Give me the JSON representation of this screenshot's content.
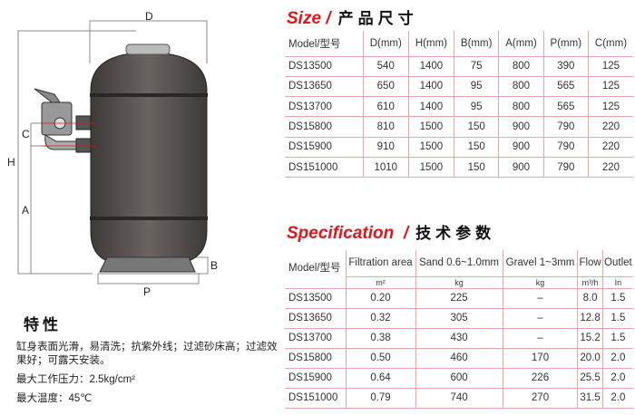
{
  "diagram": {
    "labels": {
      "D": "D",
      "H": "H",
      "C": "C",
      "A": "A",
      "B": "B",
      "P": "P"
    },
    "tank_color": "#5b5653"
  },
  "size": {
    "title_en": "Size /",
    "title_cn": "产品尺寸",
    "headers": [
      "Model/型号",
      "D(mm)",
      "H(mm)",
      "B(mm)",
      "A(mm)",
      "P(mm)",
      "C(mm)"
    ],
    "rows": [
      [
        "DS13500",
        "540",
        "1400",
        "75",
        "800",
        "390",
        "125"
      ],
      [
        "DS13650",
        "650",
        "1400",
        "95",
        "800",
        "565",
        "125"
      ],
      [
        "DS13700",
        "610",
        "1400",
        "95",
        "800",
        "565",
        "125"
      ],
      [
        "DS15800",
        "810",
        "1500",
        "150",
        "900",
        "790",
        "220"
      ],
      [
        "DS15900",
        "910",
        "1500",
        "150",
        "900",
        "790",
        "220"
      ],
      [
        "DS151000",
        "1010",
        "1500",
        "150",
        "900",
        "790",
        "220"
      ]
    ]
  },
  "spec": {
    "title_en": "Specification",
    "title_sep": "/",
    "title_cn": "技术参数",
    "headers": [
      "Model/型号",
      "Filtration area",
      "Sand 0.6~1.0mm",
      "Gravel 1~3mm",
      "Flow",
      "Outlet"
    ],
    "units": [
      "m²",
      "kg",
      "kg",
      "m³/h",
      "In"
    ],
    "rows": [
      [
        "DS13500",
        "0.20",
        "225",
        "–",
        "8.0",
        "1.5"
      ],
      [
        "DS13650",
        "0.32",
        "305",
        "–",
        "12.8",
        "1.5"
      ],
      [
        "DS13700",
        "0.38",
        "430",
        "–",
        "15.2",
        "1.5"
      ],
      [
        "DS15800",
        "0.50",
        "460",
        "170",
        "20.0",
        "2.0"
      ],
      [
        "DS15900",
        "0.64",
        "600",
        "226",
        "25.5",
        "2.0"
      ],
      [
        "DS151000",
        "0.79",
        "740",
        "270",
        "31.5",
        "2.0"
      ]
    ]
  },
  "features": {
    "title": "特性",
    "lines": [
      "缸身表面光滑，易清洗；抗紫外线；过滤砂床高；过滤效果好；可露天安装。",
      "最大工作压力：2.5kg/cm²",
      "最大温度：45℃"
    ]
  },
  "accent": "#e0151b"
}
